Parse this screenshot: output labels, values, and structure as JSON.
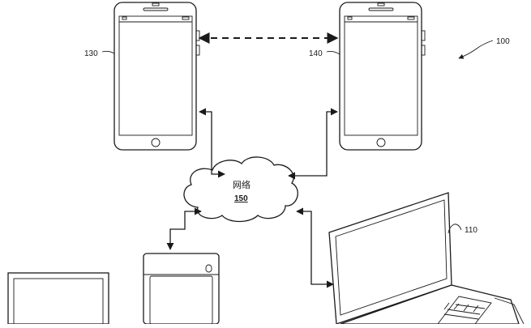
{
  "figure": {
    "system_ref": "100",
    "network": {
      "label": "网络",
      "ref": "150"
    },
    "devices": {
      "phone_left_ref": "130",
      "phone_right_ref": "140",
      "laptop_ref": "110"
    }
  }
}
